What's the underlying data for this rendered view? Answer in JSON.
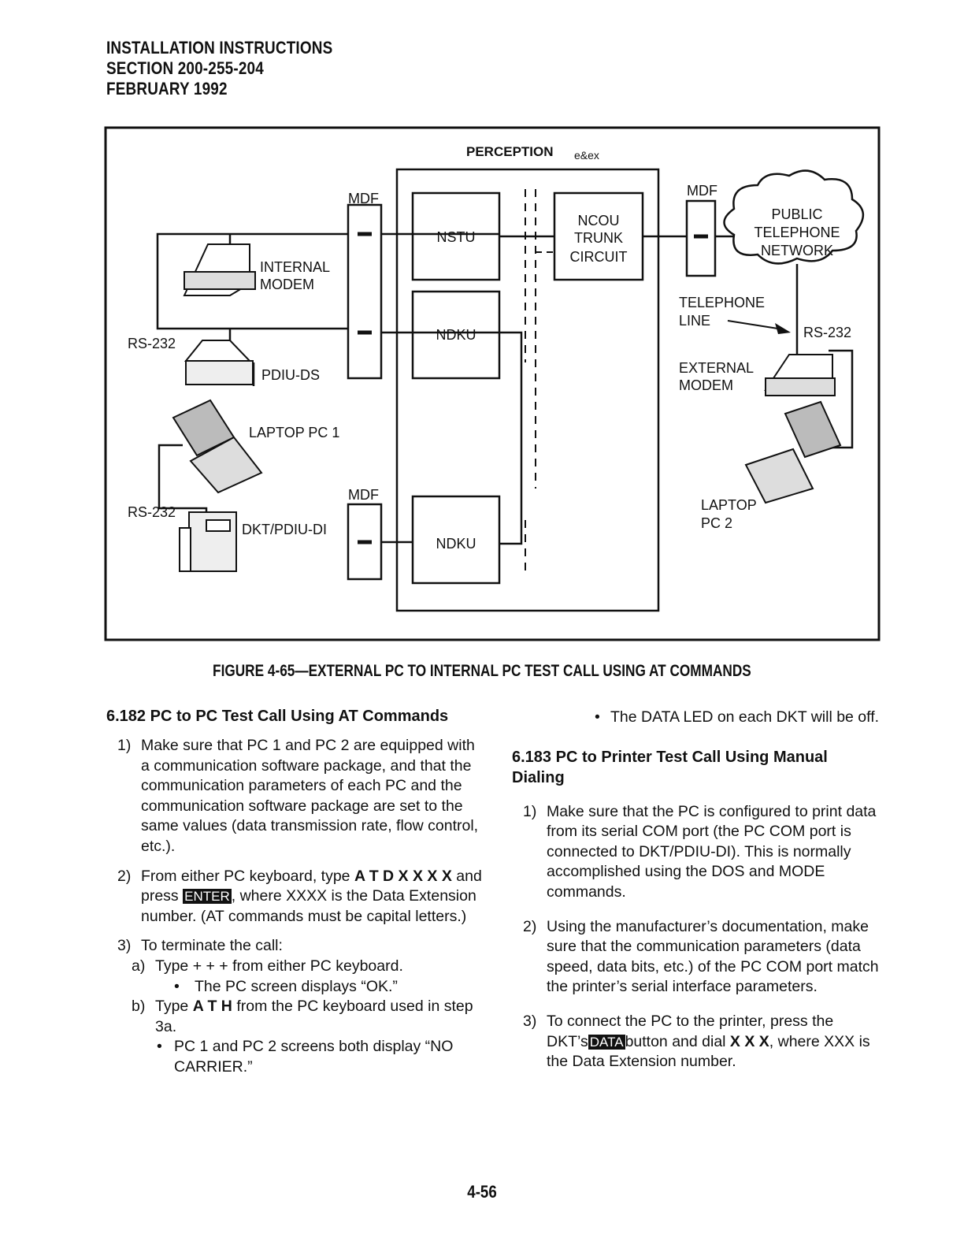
{
  "header": {
    "line1": "INSTALLATION INSTRUCTIONS",
    "line2": "SECTION 200-255-204",
    "line3": "FEBRUARY 1992"
  },
  "figure": {
    "system_label": "PERCEPTION",
    "system_sub": "e&ex",
    "mdf1": "MDF",
    "mdf2": "MDF",
    "mdf3": "MDF",
    "nstu": "NSTU",
    "ndku1": "NDKU",
    "ndku2": "NDKU",
    "ncou1": "NCOU",
    "ncou2": "TRUNK",
    "ncou3": "CIRCUIT",
    "network1": "PUBLIC",
    "network2": "TELEPHONE",
    "network3": "NETWORK",
    "internal_modem1": "INTERNAL",
    "internal_modem2": "MODEM",
    "rs232_a": "RS-232",
    "rs232_b": "RS-232",
    "rs232_c": "RS-232",
    "pdiu_ds": "PDIU-DS",
    "laptop1": "LAPTOP PC 1",
    "dkt": "DKT/PDIU-DI",
    "tel_line1": "TELEPHONE",
    "tel_line2": "LINE",
    "ext_modem1": "EXTERNAL",
    "ext_modem2": "MODEM",
    "laptop2a": "LAPTOP",
    "laptop2b": "PC 2"
  },
  "caption": "FIGURE 4-65—EXTERNAL PC TO INTERNAL PC TEST CALL USING AT COMMANDS",
  "left": {
    "heading": "6.182 PC to PC Test Call Using AT Commands",
    "i1_num": "1)",
    "i1_text": "Make sure that PC 1 and PC 2 are equipped with a communication software package, and that the communication parameters of each PC and the communication software package are set to the same values (data transmission rate, flow control, etc.).",
    "i2_num": "2)",
    "i2_a": "From either PC keyboard, type ",
    "i2_cmd": "A T D X X X X",
    "i2_b": " and press ",
    "i2_key": "ENTER",
    "i2_c": ", where XXXX is the Data Extension number. (AT commands must be capital letters.)",
    "i3_num": "3)",
    "i3_text": "To terminate the call:",
    "a_num": "a)",
    "a_text": "Type + + + from either PC keyboard.",
    "a_bul": "The PC screen displays “OK.”",
    "b_num": "b)",
    "b_a": "Type ",
    "b_cmd": "A T H",
    "b_b": " from the PC keyboard used in step 3a.",
    "b_bul": "PC 1 and PC 2 screens both display “NO CARRIER.”"
  },
  "right": {
    "bullet_top": "The DATA LED on each DKT will be off.",
    "heading": "6.183 PC to Printer Test Call Using Manual Dialing",
    "i1_num": "1)",
    "i1_text": "Make sure that the PC is configured to print data from its serial COM port (the PC COM port is connected to DKT/PDIU-DI). This is normally accomplished using the DOS and MODE commands.",
    "i2_num": "2)",
    "i2_text": "Using the manufacturer’s documentation, make sure that the communication parameters (data speed, data bits, etc.) of the PC COM port match the printer’s serial interface parameters.",
    "i3_num": "3)",
    "i3_a": "To connect the PC to the printer, press the DKT’s",
    "i3_key": "DATA",
    "i3_b": "button and dial ",
    "i3_cmd": "X X X",
    "i3_c": ", where XXX is the Data Extension number."
  },
  "bullet_glyph": "•",
  "page_number": "4-56"
}
